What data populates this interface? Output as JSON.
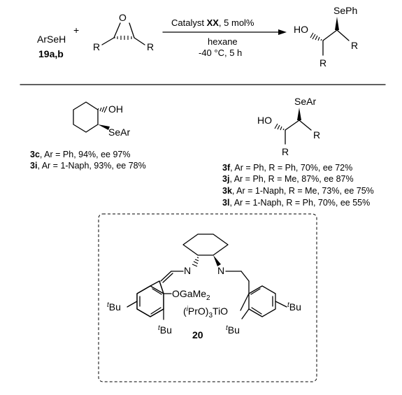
{
  "reaction": {
    "reagent": "ArSeH",
    "reagent_id": "19a,b",
    "plus": "+",
    "epoxide_O": "O",
    "epoxide_R_left": "R",
    "epoxide_R_right": "R",
    "arrow_above_1": "Catalyst ",
    "arrow_above_2": "XX",
    "arrow_above_3": ", 5 mol%",
    "arrow_below_1": "hexane",
    "arrow_below_2": "-40 °C, 5 h",
    "product_SePh": "SePh",
    "product_HO": "HO",
    "product_R_right": "R",
    "product_R_bottom": "R"
  },
  "cyclohexane_product": {
    "OH": "OH",
    "SeAr": "SeAr",
    "lines": [
      {
        "id": "3c",
        "rest": ", Ar = Ph, 94%, ee 97%"
      },
      {
        "id": "3i",
        "rest": ", Ar = 1-Naph, 93%, ee 78%"
      }
    ]
  },
  "acyclic_product": {
    "SeAr": "SeAr",
    "HO": "HO",
    "R_right": "R",
    "R_bottom": "R",
    "lines": [
      {
        "id": "3f",
        "rest": ", Ar = Ph, R = Ph, 70%, ee 72%"
      },
      {
        "id": "3j",
        "rest": ", Ar = Ph, R = Me, 87%, ee 87%"
      },
      {
        "id": "3k",
        "rest": ", Ar = 1-Naph, R = Me, 73%, ee 75%"
      },
      {
        "id": "3l",
        "rest": ", Ar = 1-Naph, R = Ph, 70%, ee 55%"
      }
    ]
  },
  "catalyst": {
    "N_left": "N",
    "N_right": "N",
    "OGaMe": "OGaMe",
    "OGaMe_sub": "2",
    "iPrO_open": "(",
    "iPrO_i": "i",
    "iPrO_rest": "PrO)",
    "iPrO_sub": "3",
    "TiO": "TiO",
    "tBu_t": "t",
    "tBu_Bu": "Bu",
    "id": "20"
  }
}
